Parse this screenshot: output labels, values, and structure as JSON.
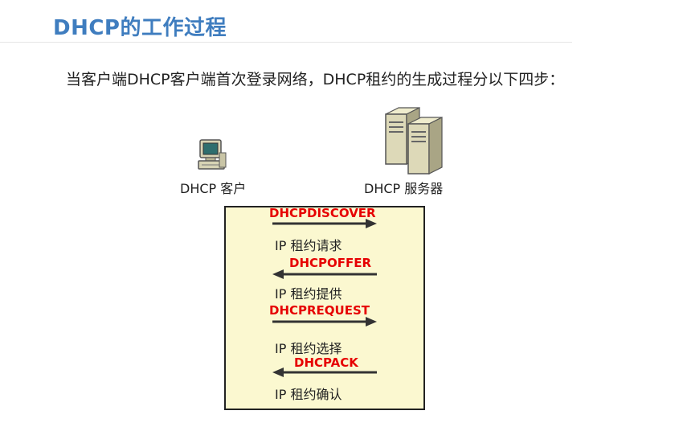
{
  "header": {
    "title": "DHCP的工作过程"
  },
  "intro": "当客户端DHCP客户端首次登录网络，DHCP租约的生成过程分以下四步：",
  "diagram": {
    "client_label": "DHCP 客户",
    "server_label": "DHCP 服务器",
    "steps": [
      {
        "message": "DHCPDISCOVER",
        "description": "IP 租约请求",
        "direction": "client-to-server"
      },
      {
        "message": "DHCPOFFER",
        "description": "IP 租约提供",
        "direction": "server-to-client"
      },
      {
        "message": "DHCPREQUEST",
        "description": "IP 租约选择",
        "direction": "client-to-server"
      },
      {
        "message": "DHCPACK",
        "description": "IP 租约确认",
        "direction": "server-to-client"
      }
    ],
    "colors": {
      "title": "#3f7dbf",
      "message": "#e60000",
      "panel_fill": "#fbf8d0"
    },
    "icons": {
      "client": "computer-icon",
      "server": "server-icon"
    }
  }
}
